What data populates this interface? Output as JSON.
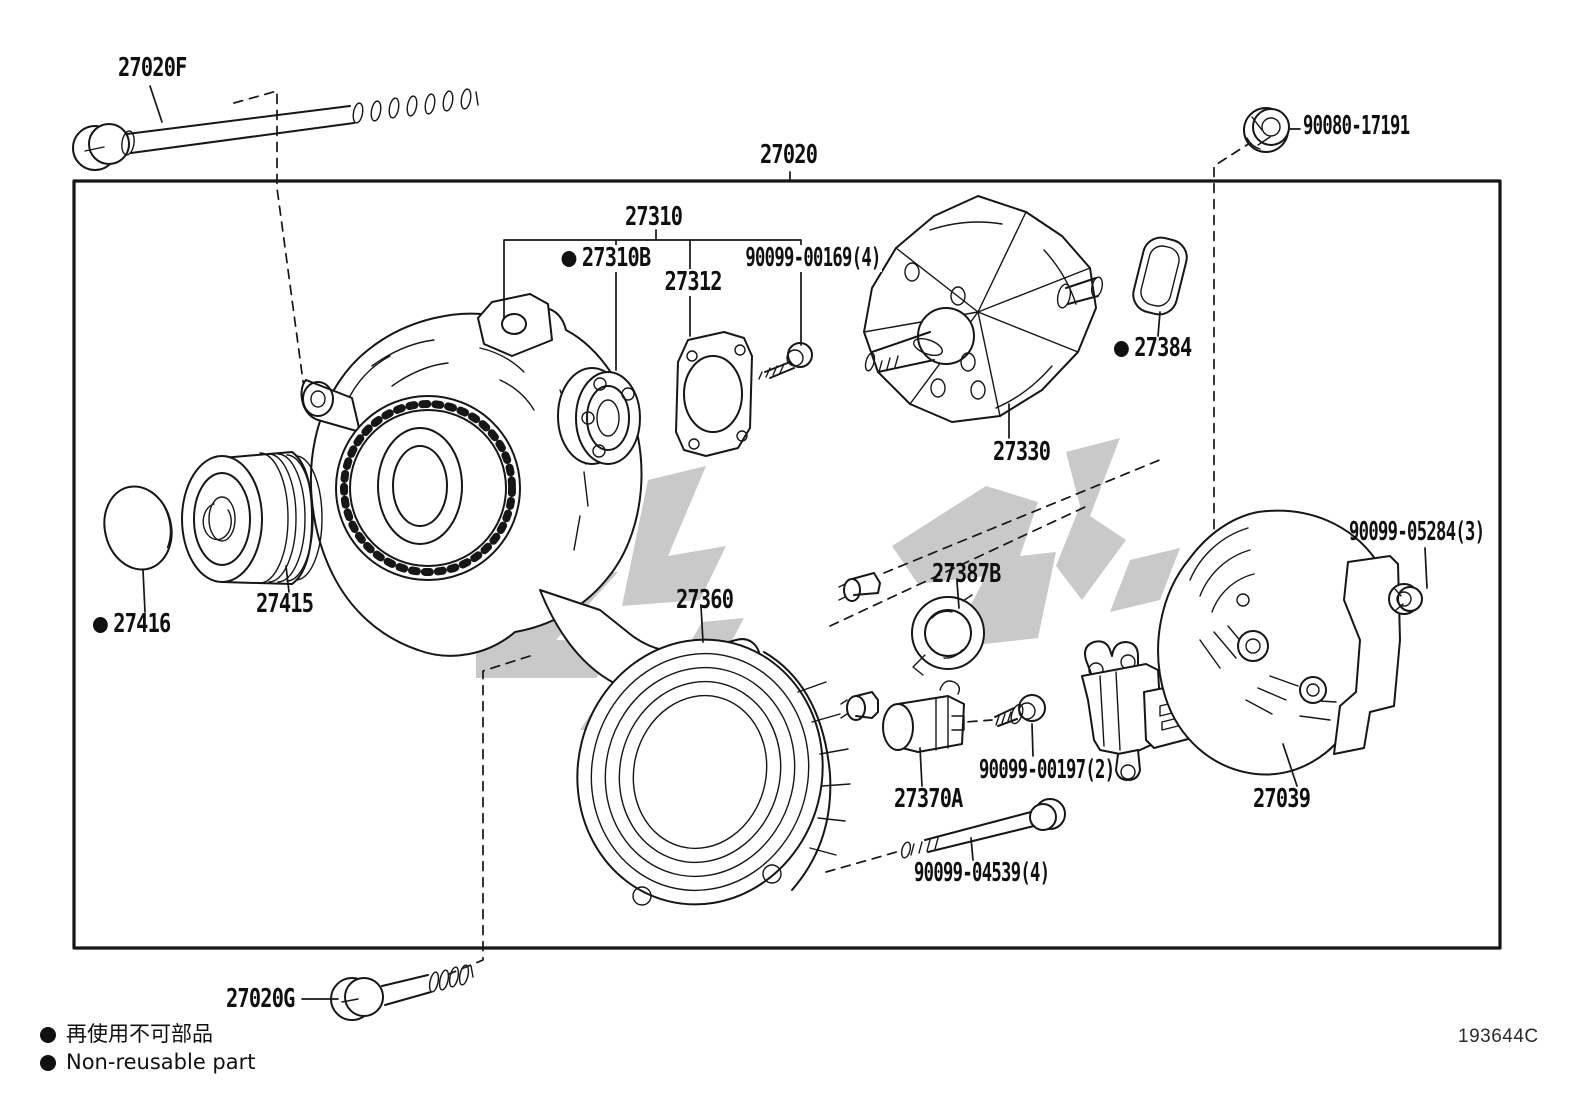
{
  "diagram": {
    "description": "Toyota parts catalog exploded view - alternator assembly",
    "assembly_number": "27020"
  },
  "labels": {
    "p27020": {
      "text": "27020"
    },
    "p27020f": {
      "text": "27020F"
    },
    "p27020g": {
      "text": "27020G"
    },
    "p90080_17191": {
      "text": "90080-17191"
    },
    "p27310": {
      "text": "27310"
    },
    "p27310b": {
      "text": "27310B",
      "non_reusable": true
    },
    "p27312": {
      "text": "27312"
    },
    "p90099_00169": {
      "text": "90099-00169(4)"
    },
    "p27330": {
      "text": "27330"
    },
    "p27384": {
      "text": "27384",
      "non_reusable": true
    },
    "p27415": {
      "text": "27415"
    },
    "p27416": {
      "text": "27416",
      "non_reusable": true
    },
    "p27360": {
      "text": "27360"
    },
    "p27387b": {
      "text": "27387B"
    },
    "p27370a": {
      "text": "27370A"
    },
    "p90099_00197": {
      "text": "90099-00197(2)"
    },
    "p90099_05284": {
      "text": "90099-05284(3)"
    },
    "p90099_04539": {
      "text": "90099-04539(4)"
    },
    "p27039": {
      "text": "27039"
    }
  },
  "footer": {
    "jp": "再使用不可部品",
    "en": "Non-reusable part"
  },
  "doc_code": "193644C",
  "colors": {
    "line": "#161616",
    "watermark": "#c9c9c9",
    "background": "#ffffff"
  }
}
